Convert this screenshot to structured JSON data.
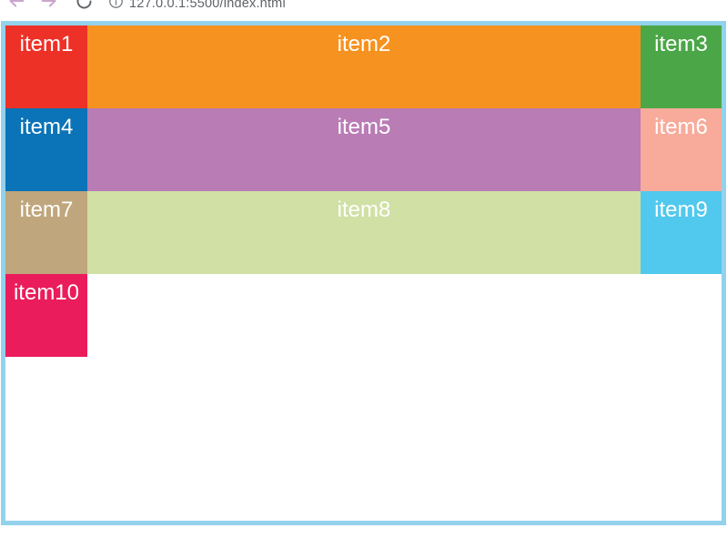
{
  "browser": {
    "url": "127.0.0.1:5500/index.html",
    "icons": {
      "back": "back-arrow",
      "forward": "forward-arrow",
      "reload": "reload-circle-arrow",
      "site_info": "info-circle"
    },
    "colors": {
      "nav_arrow": "#c9a6cd",
      "reload": "#5f6368",
      "info": "#80868b",
      "url_text": "#5f6368"
    }
  },
  "grid": {
    "border_color": "#92d2ec",
    "background": "#ffffff",
    "text_color": "#ffffff",
    "items": [
      {
        "label": "item1",
        "color": "#ee3127"
      },
      {
        "label": "item2",
        "color": "#f6921f"
      },
      {
        "label": "item3",
        "color": "#4ba647"
      },
      {
        "label": "item4",
        "color": "#0b73b7"
      },
      {
        "label": "item5",
        "color": "#b97cb5"
      },
      {
        "label": "item6",
        "color": "#f8ab9b"
      },
      {
        "label": "item7",
        "color": "#bfa67c"
      },
      {
        "label": "item8",
        "color": "#d1e0a5"
      },
      {
        "label": "item9",
        "color": "#51c8ee"
      },
      {
        "label": "item10",
        "color": "#eb1c5c"
      }
    ]
  }
}
